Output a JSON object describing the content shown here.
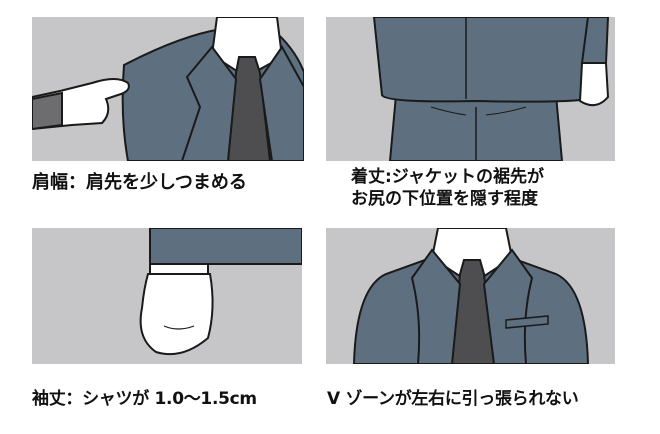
{
  "captions": {
    "shoulder": "肩幅：肩先を少しつまめる",
    "length_line1": "着丈:ジャケットの裾先が",
    "length_line2": "お尻の下位置を隠す程度",
    "sleeve": "袖丈：シャツが 1.0〜1.5cm",
    "vzone": "V ゾーンが左右に引っ張られない"
  },
  "colors": {
    "suit": "#5e7080",
    "tie": "#4e4e50",
    "background": "#c6c6c8",
    "shirt": "#ffffff",
    "outline": "#1a1a1a"
  },
  "icons": {
    "shoulder_panel": "jacket-shoulder-pinch-illustration",
    "length_panel": "jacket-hem-length-illustration",
    "sleeve_panel": "sleeve-cuff-illustration",
    "vzone_panel": "jacket-v-zone-illustration"
  }
}
